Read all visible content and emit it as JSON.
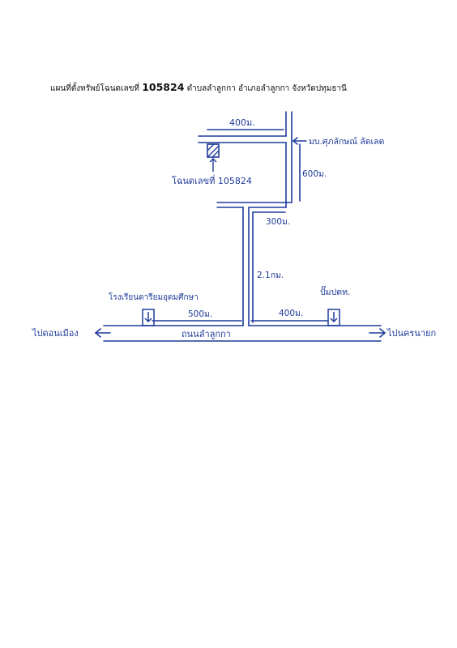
{
  "title": {
    "prefix": "แผนที่ตั้งทรัพย์โฉนดเลขที่",
    "deed_number": "105824",
    "suffix": "ตำบลลำลูกกา อำเภอลำลูกกา จังหวัดปทุมธานี"
  },
  "labels": {
    "dist_top": "400ม.",
    "village": "มบ.ศุภลักษณ์ ลัดเลด",
    "dist_600": "600ม.",
    "deed_label": "โฉนดเลขที่ 105824",
    "dist_300": "300ม.",
    "dist_2_1km": "2.1กม.",
    "school": "โรงเรียนดารียมอุดมศึกษา",
    "dist_500": "500ม.",
    "gas_station": "ปั๊มปตท.",
    "dist_400_bottom": "400ม.",
    "to_donmueang": "ไปดอนเมือง",
    "road_name": "ถนนลำลูกกา",
    "to_ongkharak": "ไปนครนายก"
  },
  "colors": {
    "ink": "#1f3b9a",
    "title": "#111111"
  }
}
